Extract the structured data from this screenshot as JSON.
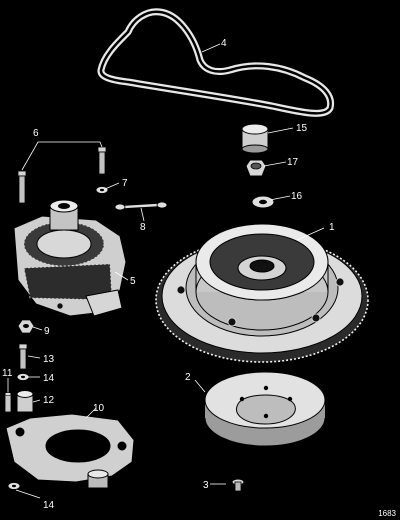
{
  "callouts": [
    "1",
    "2",
    "3",
    "4",
    "5",
    "6",
    "7",
    "8",
    "9",
    "10",
    "11",
    "12",
    "13",
    "14",
    "15",
    "16",
    "17"
  ],
  "figure_ref": "1683"
}
